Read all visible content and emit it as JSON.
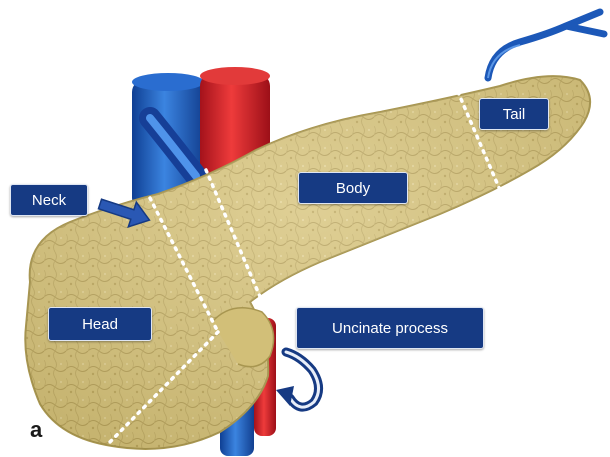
{
  "labels": {
    "neck": "Neck",
    "body": "Body",
    "tail": "Tail",
    "head": "Head",
    "uncinate": "Uncinate process"
  },
  "panel_letter": "a",
  "colors": {
    "pancreas_fill": "#d7c47d",
    "pancreas_outline": "#a89650",
    "vein_blue": "#1c58b8",
    "artery_red": "#d6202a",
    "label_bg": "#163a83",
    "divider": "#ffffff"
  }
}
